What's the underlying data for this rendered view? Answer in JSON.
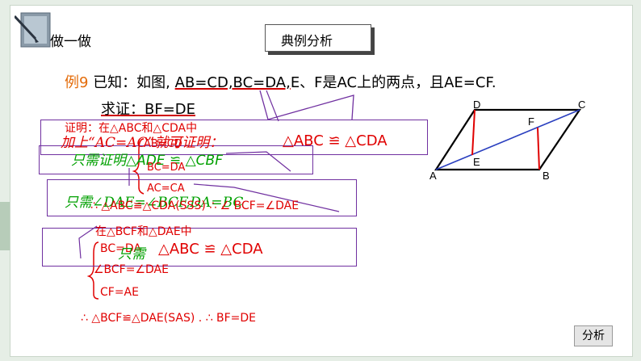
{
  "header": {
    "section_title": "做一做",
    "box_title": "典例分析"
  },
  "problem": {
    "label": "例9",
    "given_prefix": "已知：如图,",
    "given_underlined": "AB=CD,BC=DA,",
    "given_rest": "E、F是AC上的两点，且AE=CF.",
    "prove": "求证：BF=DE"
  },
  "proof": {
    "line1": "证明：在△ABC和△CDA中",
    "add_condition": "加上“AC=AC”就可证明：",
    "congruent1": "△ABC ≌ △CDA",
    "ab_cd": "AB=CD",
    "need_prove": "只需证明△ADE ≌ △CBF",
    "bc_da": "BC=DA",
    "ac_ca": "AC=CA",
    "need_angle": "只需∠DAE=∠BCF,DA=BC",
    "therefore1": "∴ △ABC≌△CDA(SSS)  ∴ ∠ BCF=∠DAE",
    "in_triangles": "在△BCF和△DAE中",
    "bc_da2": "BC=DA",
    "need_only": "只需",
    "congruent2": "△ABC ≌ △CDA",
    "angle_eq": "∠BCF=∠DAE",
    "cf_ae": "CF=AE",
    "conclusion": "∴ △BCF≌△DAE(SAS) .  ∴ BF=DE"
  },
  "figure": {
    "labels": [
      "D",
      "C",
      "F",
      "E",
      "A",
      "B"
    ]
  },
  "footer": {
    "button": "分析"
  },
  "colors": {
    "red": "#e00000",
    "purple": "#7030a0",
    "orange": "#e46c0a",
    "blue": "#2a3fbf",
    "green": "#00a000"
  }
}
